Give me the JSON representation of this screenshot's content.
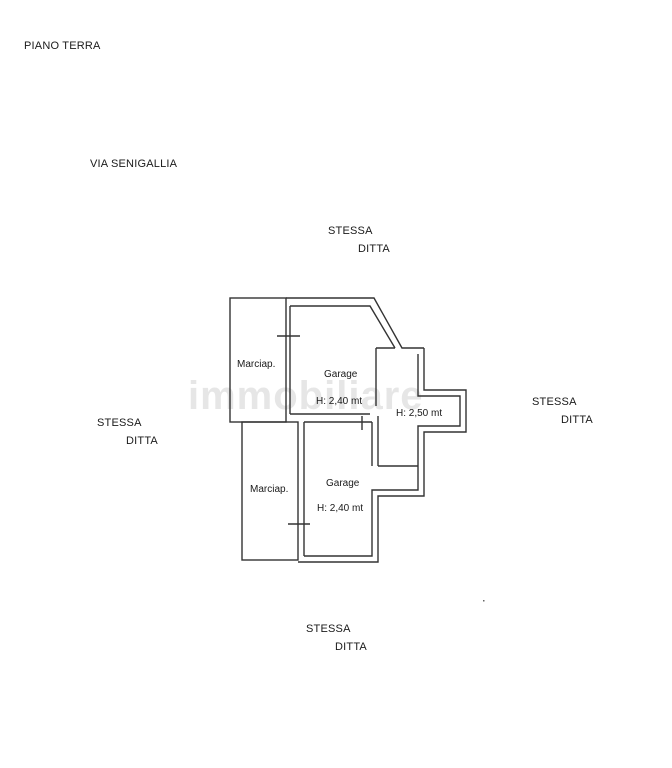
{
  "header": {
    "floor_title": "PIANO TERRA"
  },
  "street": {
    "name": "VIA SENIGALLIA"
  },
  "neighbors": {
    "top": {
      "line1": "STESSA",
      "line2": "DITTA"
    },
    "left": {
      "line1": "STESSA",
      "line2": "DITTA"
    },
    "right": {
      "line1": "STESSA",
      "line2": "DITTA"
    },
    "bottom": {
      "line1": "STESSA",
      "line2": "DITTA"
    }
  },
  "rooms": {
    "marciapiede_top": {
      "label": "Marciap."
    },
    "marciapiede_bottom": {
      "label": "Marciap."
    },
    "garage_top": {
      "label": "Garage",
      "height": "H: 2,40 mt"
    },
    "garage_bottom": {
      "label": "Garage",
      "height": "H: 2,40 mt"
    },
    "central": {
      "height": "H: 2,50 mt"
    }
  },
  "watermark": {
    "text": "immobiliare"
  }
}
